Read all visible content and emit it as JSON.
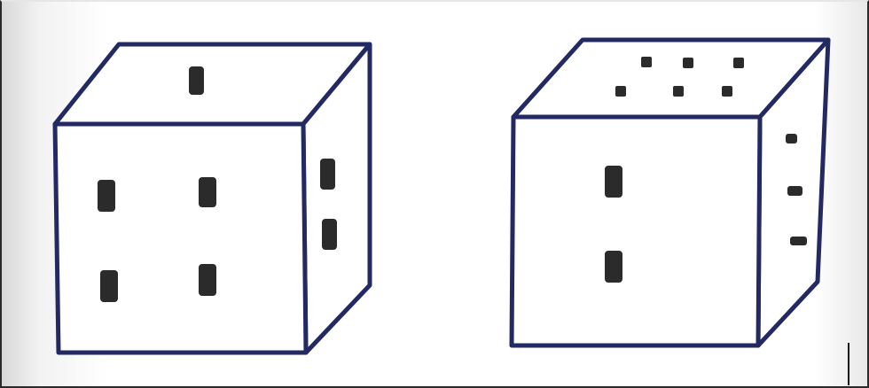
{
  "figure": {
    "dice": [
      {
        "id": "die-1",
        "front_pips": 4,
        "top_pips": 1,
        "side_pips": 2
      },
      {
        "id": "die-2",
        "front_pips": 2,
        "top_pips": 6,
        "side_pips": 3
      }
    ],
    "colors": {
      "edge": "#232a63",
      "pip": "#2b2b2b",
      "face": "#ffffff"
    }
  }
}
